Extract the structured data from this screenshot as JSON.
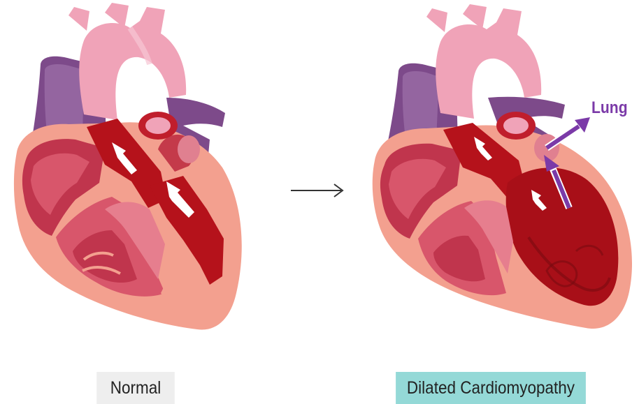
{
  "captions": {
    "normal": "Normal",
    "dilated": "Dilated Cardiomyopathy"
  },
  "annotations": {
    "lung": "Lung"
  },
  "colors": {
    "aorta": "#f0a3b8",
    "vena_cava": "#7d4a8a",
    "chamber_red": "#b5121b",
    "heart_wall": "#f3a08f",
    "muscle": "#d8566b",
    "lung_arrow": "#7b3aa8",
    "dilated_caption_bg": "#94d9d7",
    "normal_caption_bg": "#eeeeee"
  },
  "icons": {
    "transition": "right-arrow-icon",
    "blood_flow": "white-flow-arrow-icon",
    "lung_flow": "purple-backflow-arrow-icon"
  }
}
